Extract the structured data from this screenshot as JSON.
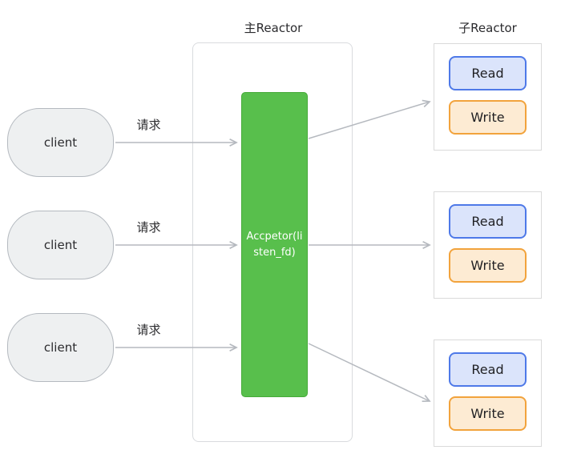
{
  "diagram": {
    "main_reactor_title": "主Reactor",
    "sub_reactor_title": "子Reactor",
    "request_label": "请求",
    "acceptor": {
      "full_label": "Accpetor(listen_fd)",
      "line1": "Accpetor(li",
      "line2": "sten_fd)"
    },
    "clients": [
      {
        "label": "client"
      },
      {
        "label": "client"
      },
      {
        "label": "client"
      }
    ],
    "sub_reactors": [
      {
        "read_label": "Read",
        "write_label": "Write"
      },
      {
        "read_label": "Read",
        "write_label": "Write"
      },
      {
        "read_label": "Read",
        "write_label": "Write"
      }
    ]
  },
  "colors": {
    "acceptor-fill": "#58bf4c",
    "acceptor-border": "#46aa39",
    "acceptor-text": "#ffffff",
    "client-fill": "#eef0f1",
    "client-border": "#b4b9bf",
    "frame-border": "#d9dbde",
    "subbox-border": "#dadada",
    "read-fill": "#dbe4fb",
    "read-border": "#4e79e8",
    "write-fill": "#fdebd3",
    "write-border": "#f2a33c",
    "arrow": "#b5b9bf",
    "text": "#2b2b2e"
  }
}
